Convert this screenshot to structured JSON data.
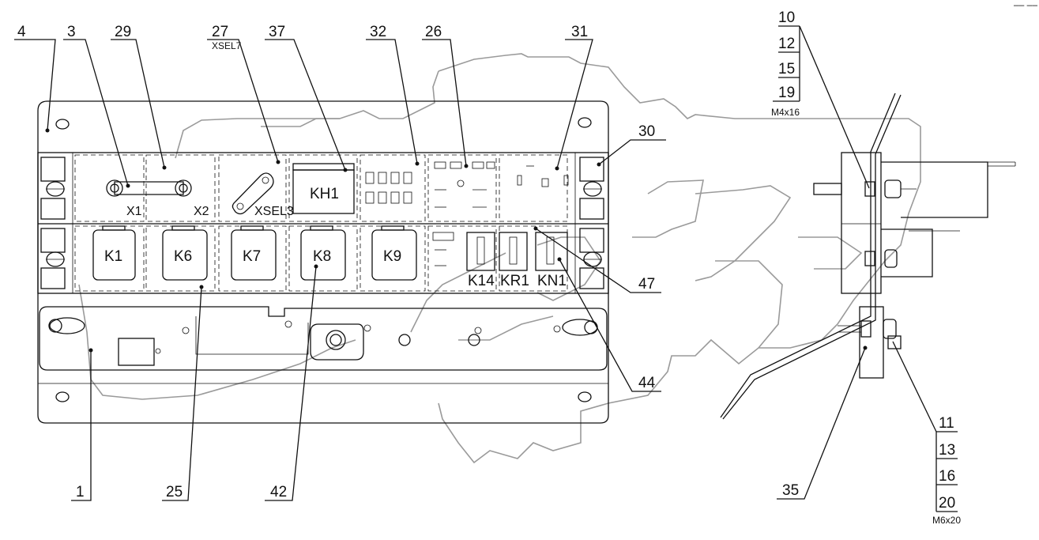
{
  "callouts_top": [
    "4",
    "3",
    "29",
    "27",
    "37",
    "32",
    "26",
    "31"
  ],
  "callout_27_sub": "XSEL7",
  "callouts_right": [
    "30",
    "47",
    "44"
  ],
  "callouts_bottom": [
    "1",
    "25",
    "42"
  ],
  "relay_labels_top": [
    "X1",
    "X2",
    "XSEL3",
    "KH1"
  ],
  "relay_labels_bottom": [
    "K1",
    "K6",
    "K7",
    "K8",
    "K9",
    "K14",
    "KR1",
    "KN1"
  ],
  "fastener_stack_1": {
    "items": [
      "10",
      "12",
      "15",
      "19"
    ],
    "spec": "M4x16"
  },
  "fastener_stack_2": {
    "items": [
      "11",
      "13",
      "16",
      "20"
    ],
    "spec": "M6x20"
  },
  "callout_35": "35",
  "corner_mark": "–– ––"
}
